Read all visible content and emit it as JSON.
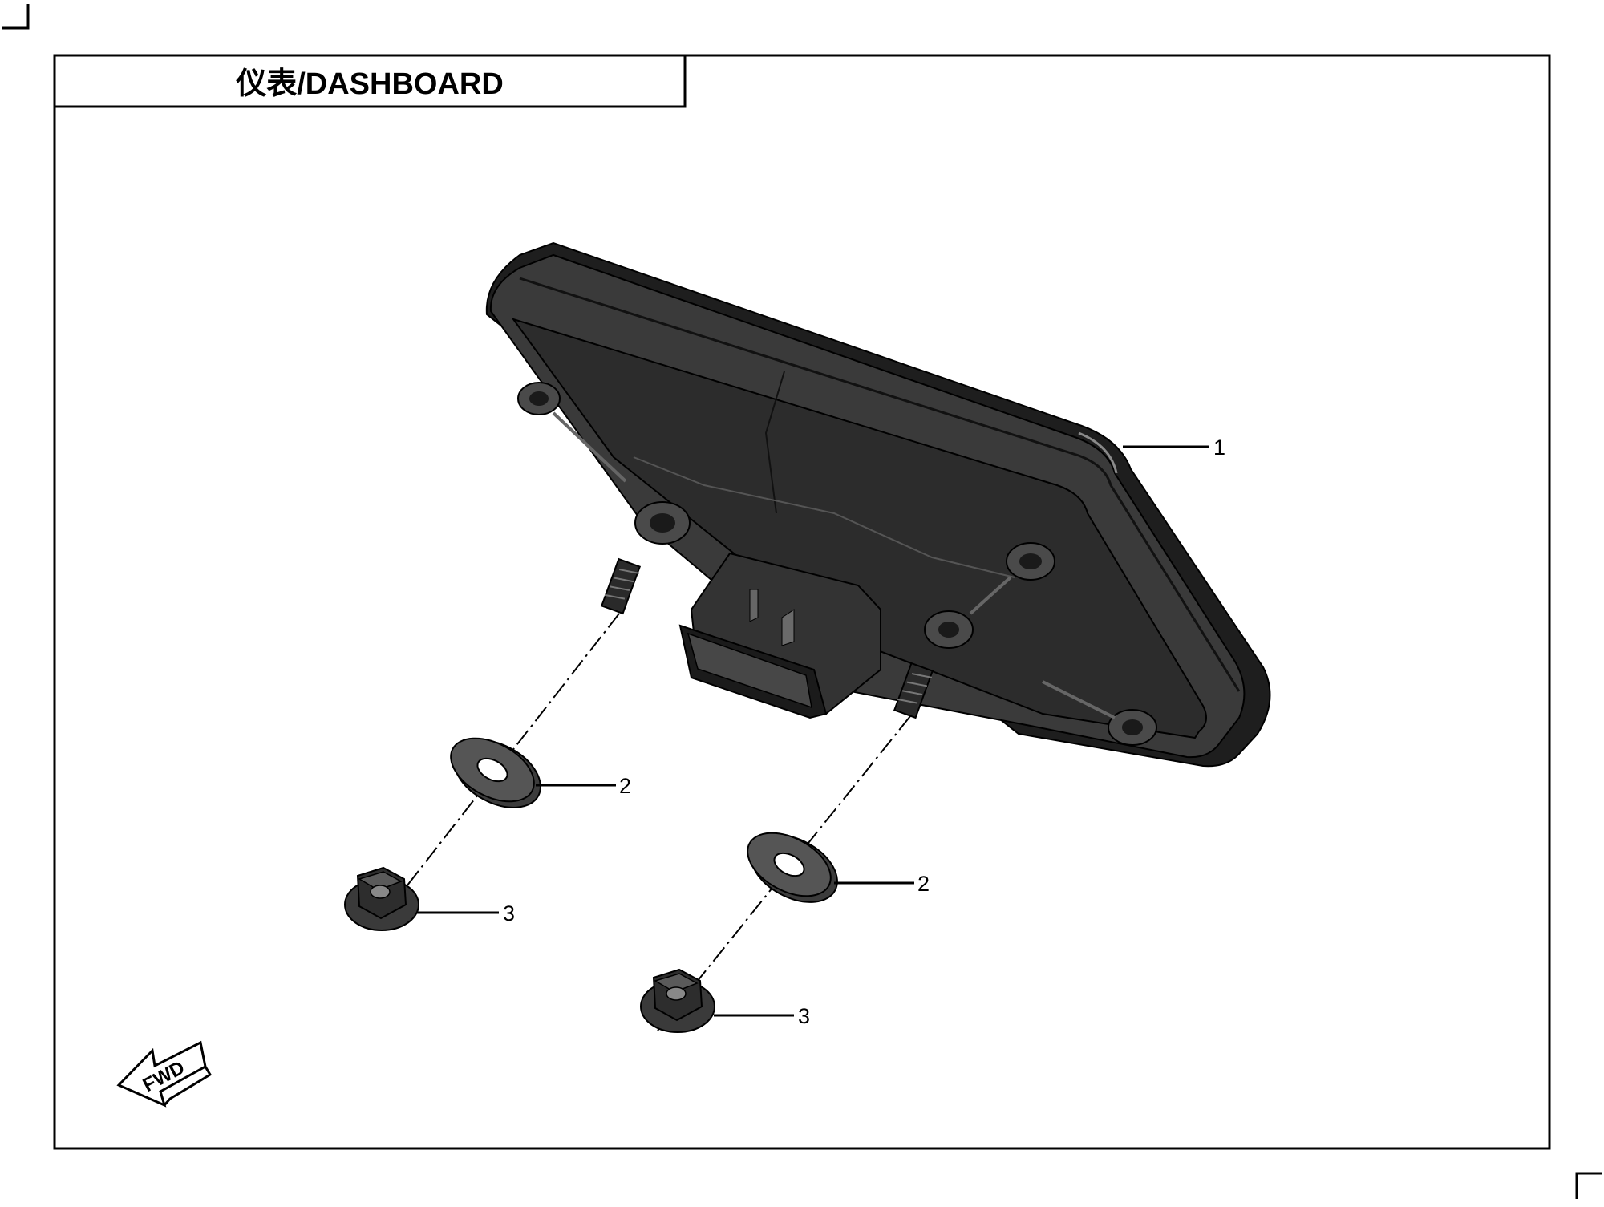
{
  "title": "仪表/DASHBOARD",
  "fwd_label": "FWD",
  "callouts": {
    "dashboard": "1",
    "washer_upper": "2",
    "washer_lower": "2",
    "nut_left": "3",
    "nut_right": "3"
  },
  "colors": {
    "body_dark": "#2b2b2b",
    "body_mid": "#3c3c3c",
    "body_edge": "#4d4d4d",
    "highlight": "#8a8a8a",
    "line": "#000000"
  }
}
